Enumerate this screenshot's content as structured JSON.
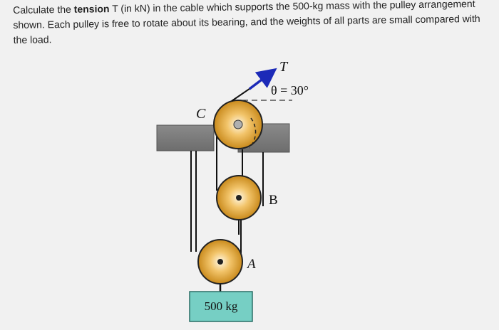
{
  "problem": {
    "text_before": "Calculate the ",
    "text_bold": "tension",
    "text_after": " T (in kN) in the cable which supports the 500-kg mass with the pulley arrangement shown. Each pulley is free to rotate about its bearing, and the weights of all parts are small compared with the load."
  },
  "diagram": {
    "label_T": "T",
    "label_theta": "θ = 30°",
    "label_C": "C",
    "label_B": "B",
    "label_A": "A",
    "mass_label": "500 kg"
  }
}
